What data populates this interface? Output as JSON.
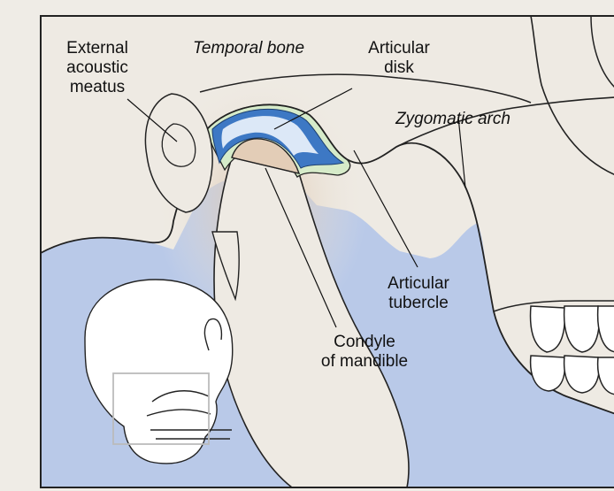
{
  "labels": {
    "external_acoustic_meatus": "External\nacoustic\nmeatus",
    "temporal_bone": "Temporal bone",
    "articular_disk": "Articular\ndisk",
    "zygomatic_arch": "Zygomatic arch",
    "articular_tubercle": "Articular\ntubercle",
    "condyle_of_mandible": "Condyle\nof mandible"
  },
  "colors": {
    "background": "#efece6",
    "bone": "#eeeae3",
    "soft_tissue": "#b9c9e8",
    "joint_capsule": "#d8eccd",
    "disk_blue": "#3d78c4",
    "condyle_glow": "#e0c7ae",
    "outline": "#222222"
  }
}
